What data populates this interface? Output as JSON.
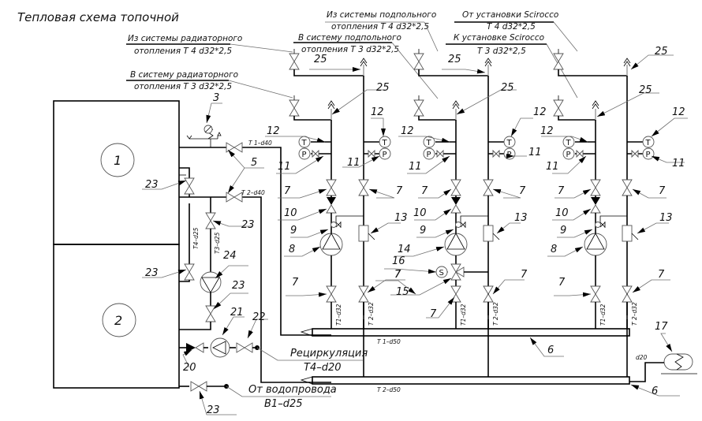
{
  "title": "Тепловая схема топочной",
  "captions": {
    "rad_from_1": "Из системы радиаторного",
    "rad_from_2": "отопления Т 4 d32*2,5",
    "rad_to_1": "В систему радиаторного",
    "rad_to_2": "отопления Т 3 d32*2,5",
    "floor_from_1": "Из системы подпольного",
    "floor_from_2": "отопления Т 4 d32*2,5",
    "floor_to_1": "В систему подпольного",
    "floor_to_2": "отопления Т 3 d32*2,5",
    "sc_from_1": "От установки Scirocco",
    "sc_from_2": "Т 4 d32*2,5",
    "sc_to_1": "К установке Scirocco",
    "sc_to_2": "Т 3 d32*2,5",
    "recirc_1": "Рециркуляция",
    "recirc_2": "Т4–d20",
    "water_1": "От водопровода",
    "water_2": "В1–d25"
  },
  "boilers": [
    "1",
    "2"
  ],
  "pipe_labels": {
    "t1_d40": "Т 1–d40",
    "t2_d40": "Т 2–d40",
    "t4_d25": "Т4–d25",
    "t3_d25": "Т3–d25",
    "t1_d32": "Т1–d32",
    "t2_d32": "Т 2–d32",
    "t1_d50": "Т 1–d50",
    "t2_d50": "Т 2–d50",
    "d20": "d20"
  },
  "symbols": {
    "thermometer": "T",
    "manometer": "P",
    "sensor": "S"
  },
  "positions": {
    "p3": "3",
    "p5": "5",
    "p6": "6",
    "p7": "7",
    "p8": "8",
    "p9": "9",
    "p10": "10",
    "p11": "11",
    "p12": "12",
    "p13": "13",
    "p14": "14",
    "p15": "15",
    "p16": "16",
    "p17": "17",
    "p20": "20",
    "p21": "21",
    "p22": "22",
    "p23": "23",
    "p24": "24",
    "p25": "25"
  }
}
